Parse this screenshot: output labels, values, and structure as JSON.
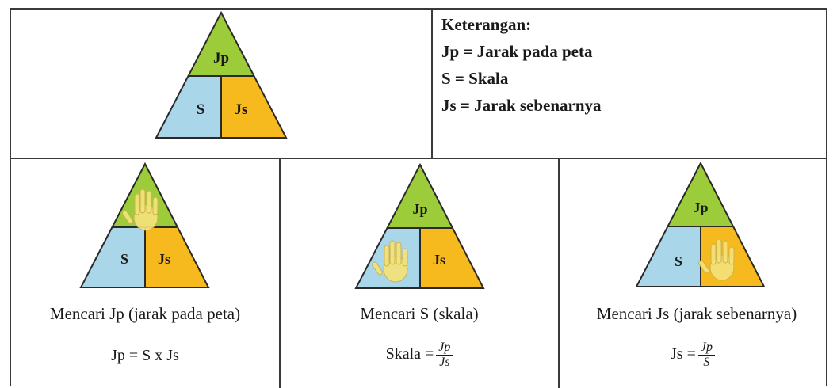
{
  "colors": {
    "top": "#9ccc3a",
    "left": "#a9d6e8",
    "right": "#f6b91e",
    "hand": "#f4e27a",
    "border": "#3a3a3a"
  },
  "triangle_labels": {
    "jp": "Jp",
    "s": "S",
    "js": "Js"
  },
  "legend": {
    "title": "Keterangan:",
    "items": [
      "Jp = Jarak pada peta",
      "S = Skala",
      "Js = Jarak sebenarnya"
    ]
  },
  "cases": [
    {
      "caption": "Mencari Jp (jarak pada peta)",
      "formula": "Jp = S x Js",
      "covered": "Jp"
    },
    {
      "caption": "Mencari S (skala)",
      "formula_lhs": "Skala =",
      "frac_num": "Jp",
      "frac_den": "Js",
      "covered": "S"
    },
    {
      "caption": "Mencari Js (jarak sebenarnya)",
      "formula_lhs": "Js =",
      "frac_num": "Jp",
      "frac_den": "S",
      "covered": "Js"
    }
  ]
}
